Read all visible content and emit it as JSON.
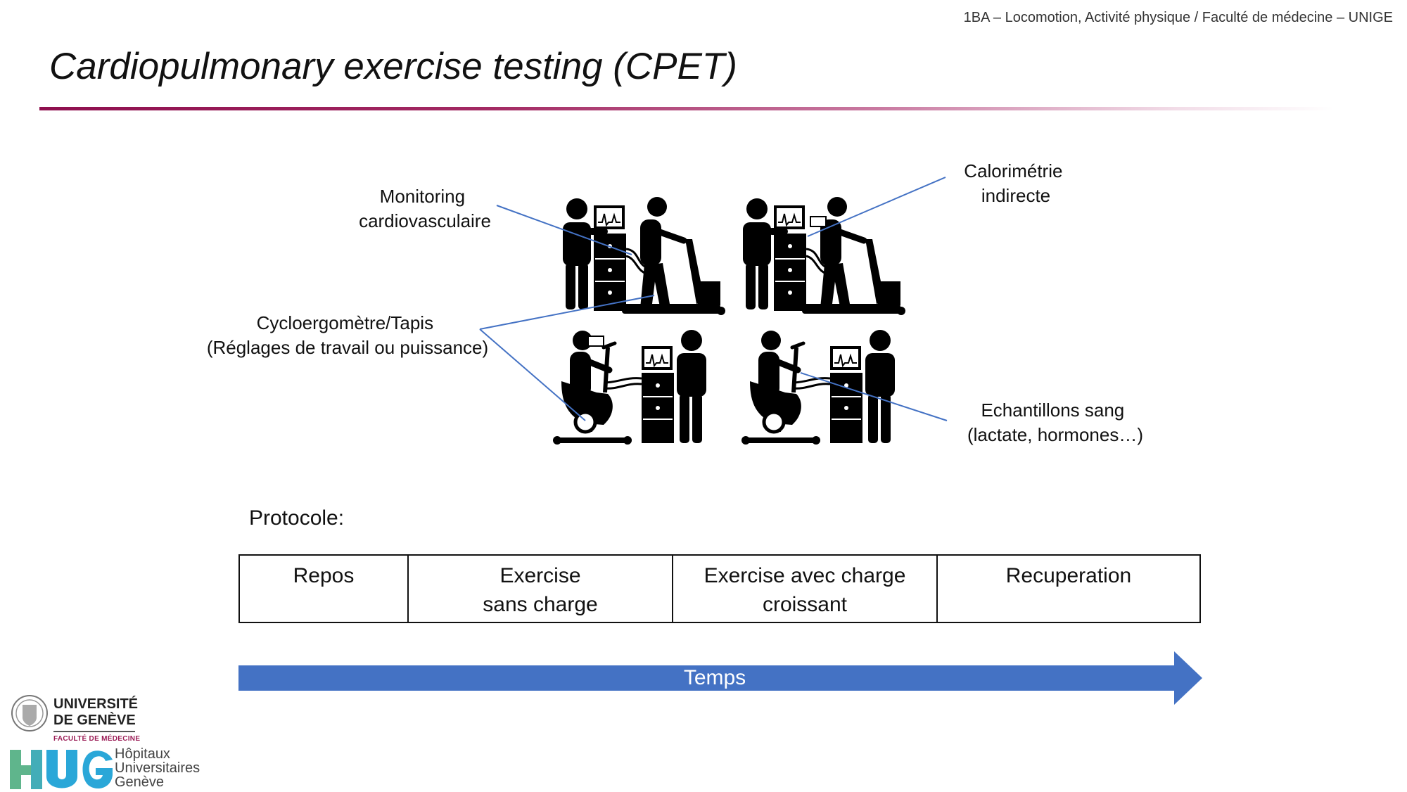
{
  "header": {
    "course": "1BA – Locomotion, Activité physique / Faculté de médecine – UNIGE",
    "title": "Cardiopulmonary exercise testing (CPET)"
  },
  "labels": {
    "monitoring": [
      "Monitoring",
      "cardiovasculaire"
    ],
    "calorimetry": [
      "Calorimétrie",
      "indirecte"
    ],
    "ergometer": [
      "Cycloergomètre/Tapis",
      "(Réglages de travail ou puissance)"
    ],
    "blood": [
      "Echantillons sang",
      "(lactate, hormones…)"
    ]
  },
  "protocol": {
    "label": "Protocole:",
    "phases": [
      [
        "Repos"
      ],
      [
        "Exercise",
        "sans charge"
      ],
      [
        "Exercise avec charge",
        "croissant"
      ],
      [
        "Recuperation"
      ]
    ],
    "axis_label": "Temps"
  },
  "logos": {
    "unige": [
      "UNIVERSITÉ",
      "DE GENÈVE"
    ],
    "unige_faculty": "FACULTÉ DE MÉDECINE",
    "hug": [
      "Hôpitaux",
      "Universitaires",
      "Genève"
    ]
  },
  "colors": {
    "title_rule": "#8e0f4e",
    "arrow": "#4472c4",
    "leader_line": "#4472c4",
    "hug_green": "#5fb58c",
    "hug_blue": "#2aa7d8"
  },
  "icons": [
    "treadmill-test-icon",
    "treadmill-mask-test-icon",
    "bike-test-icon",
    "bike-blood-test-icon"
  ]
}
